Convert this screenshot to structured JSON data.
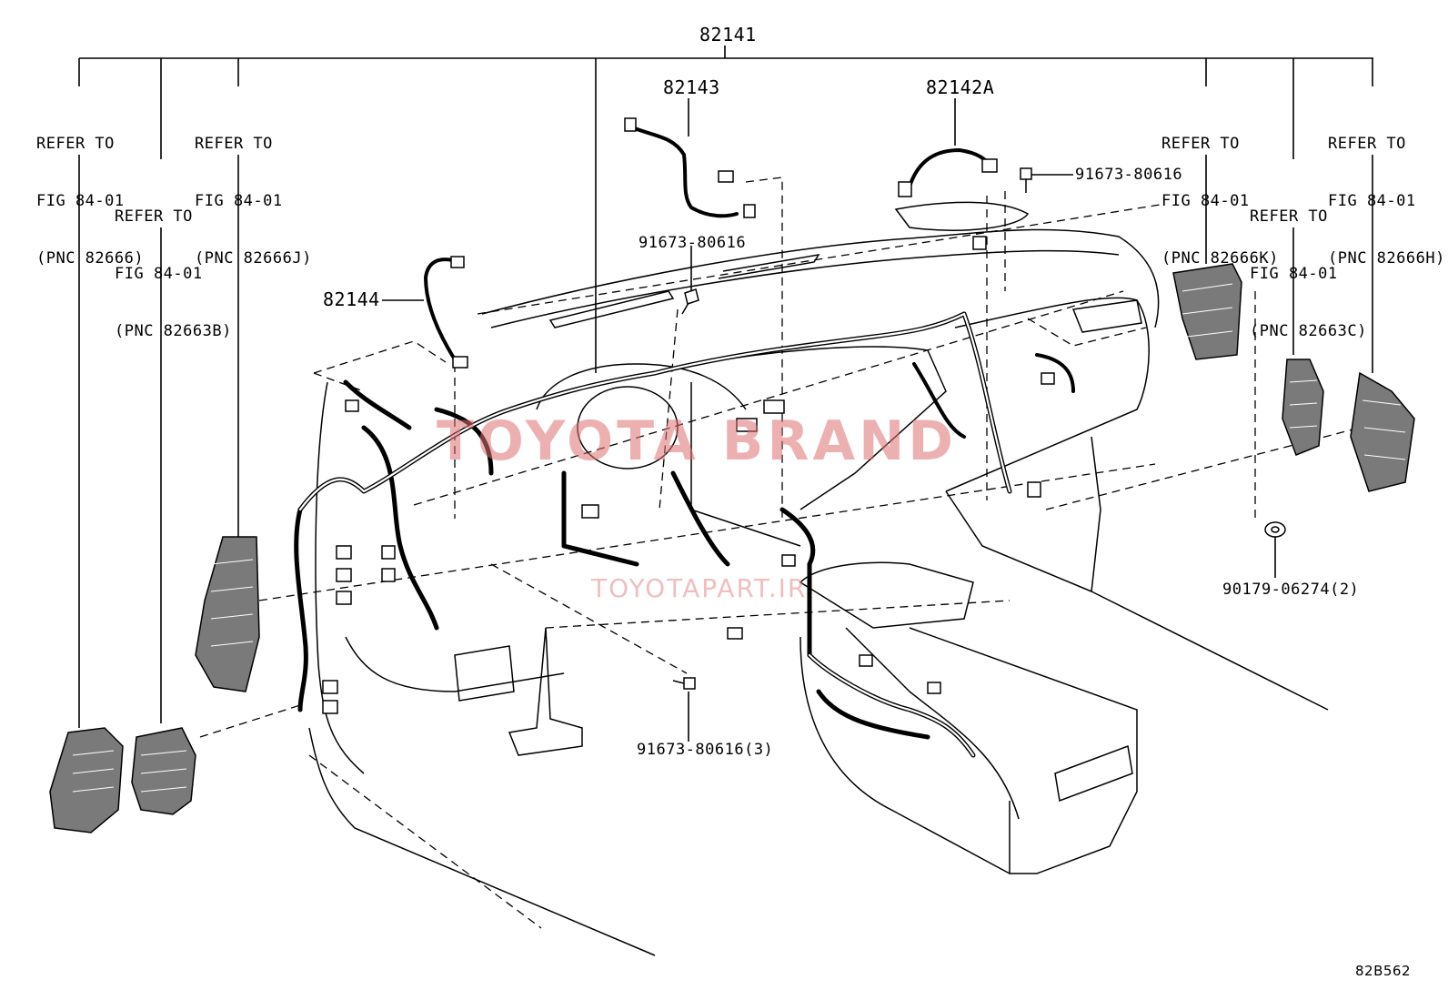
{
  "labels": {
    "main": "82141",
    "sub_82143": "82143",
    "sub_82142A": "82142A",
    "sub_82144": "82144",
    "bolt_top_right": "91673-80616",
    "bolt_center": "91673-80616",
    "bolt_bottom": "91673-80616(3)",
    "clip": "90179-06274(2)",
    "diagram_code": "82B562"
  },
  "refs": [
    {
      "id": "ref-82666",
      "line1": "REFER TO",
      "line2": "FIG 84-01",
      "line3": "(PNC 82666)"
    },
    {
      "id": "ref-82666J",
      "line1": "REFER TO",
      "line2": "FIG 84-01",
      "line3": "(PNC 82666J)"
    },
    {
      "id": "ref-82663B",
      "line1": "REFER TO",
      "line2": "FIG 84-01",
      "line3": "(PNC 82663B)"
    },
    {
      "id": "ref-82666K",
      "line1": "REFER TO",
      "line2": "FIG 84-01",
      "line3": "(PNC 82666K)"
    },
    {
      "id": "ref-82663C",
      "line1": "REFER TO",
      "line2": "FIG 84-01",
      "line3": "(PNC 82663C)"
    },
    {
      "id": "ref-82666H",
      "line1": "REFER TO",
      "line2": "FIG 84-01",
      "line3": "(PNC 82666H)"
    }
  ],
  "watermark": {
    "brand": "TOYOTA BRAND",
    "site": "TOYOTAPART.IR"
  },
  "colors": {
    "line": "#000000",
    "watermark": "#e07070",
    "part_fill": "#7a7a7a"
  }
}
